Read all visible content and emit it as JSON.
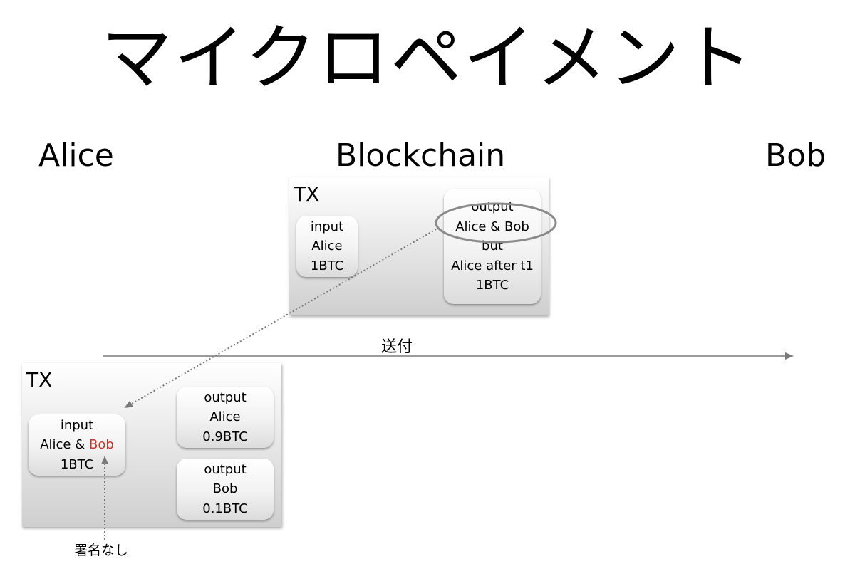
{
  "title": "マイクロペイメント",
  "actors": {
    "alice": "Alice",
    "blockchain": "Blockchain",
    "bob": "Bob"
  },
  "blockchain_tx": {
    "label": "TX",
    "input": {
      "line1": "input",
      "line2": "Alice",
      "line3": "1BTC"
    },
    "output": {
      "line1": "output",
      "line2": "Alice & Bob",
      "line3": "but",
      "line4": "Alice after t1",
      "line5": "1BTC"
    }
  },
  "alice_tx": {
    "label": "TX",
    "input": {
      "line1": "input",
      "line2_prefix": "Alice & ",
      "line2_highlight": "Bob",
      "line3": "1BTC"
    },
    "output_alice": {
      "line1": "output",
      "line2": "Alice",
      "line3": "0.9BTC"
    },
    "output_bob": {
      "line1": "output",
      "line2": "Bob",
      "line3": "0.1BTC"
    }
  },
  "send_label": "送付",
  "unsigned_note": "署名なし",
  "colors": {
    "highlight": "#c0392b",
    "arrow": "#7a7a7a",
    "ellipse": "#8a8a8a"
  }
}
